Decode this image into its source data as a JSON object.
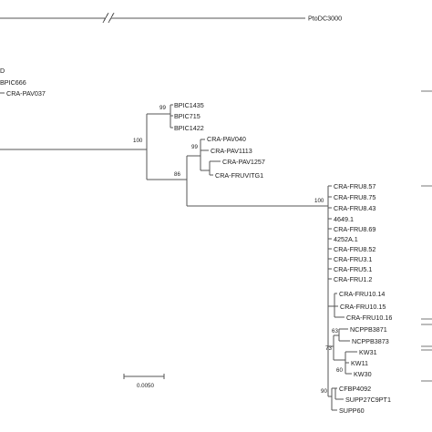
{
  "outgroup": {
    "label": "PtoDC3000"
  },
  "partial_labels": [
    "D",
    "BPIC666",
    "CRA-PAV037"
  ],
  "leaves": [
    "BPIC1435",
    "BPIC715",
    "BPIC1422",
    "CRA-PAV040",
    "CRA-PAV1113",
    "CRA-PAV1257",
    "CRA-FRUVITG1",
    "CRA-FRU8.57",
    "CRA-FRU8.75",
    "CRA-FRU8.43",
    "4649.1",
    "CRA-FRU8.69",
    "4252A.1",
    "CRA-FRU8.52",
    "CRA-FRU3.1",
    "CRA-FRU5.1",
    "CRA-FRU1.2",
    "CRA-FRU10.14",
    "CRA-FRU10.15",
    "CRA-FRU10.16",
    "NCPPB3871",
    "NCPPB3873",
    "KW31",
    "KW11",
    "KW30",
    "CFBP4092",
    "SUPP27C9PT1",
    "SUPP60"
  ],
  "support": [
    "99",
    "100",
    "99",
    "86",
    "100",
    "63",
    "73",
    "60",
    "90"
  ],
  "scale_bar": {
    "label": "0.0050"
  }
}
